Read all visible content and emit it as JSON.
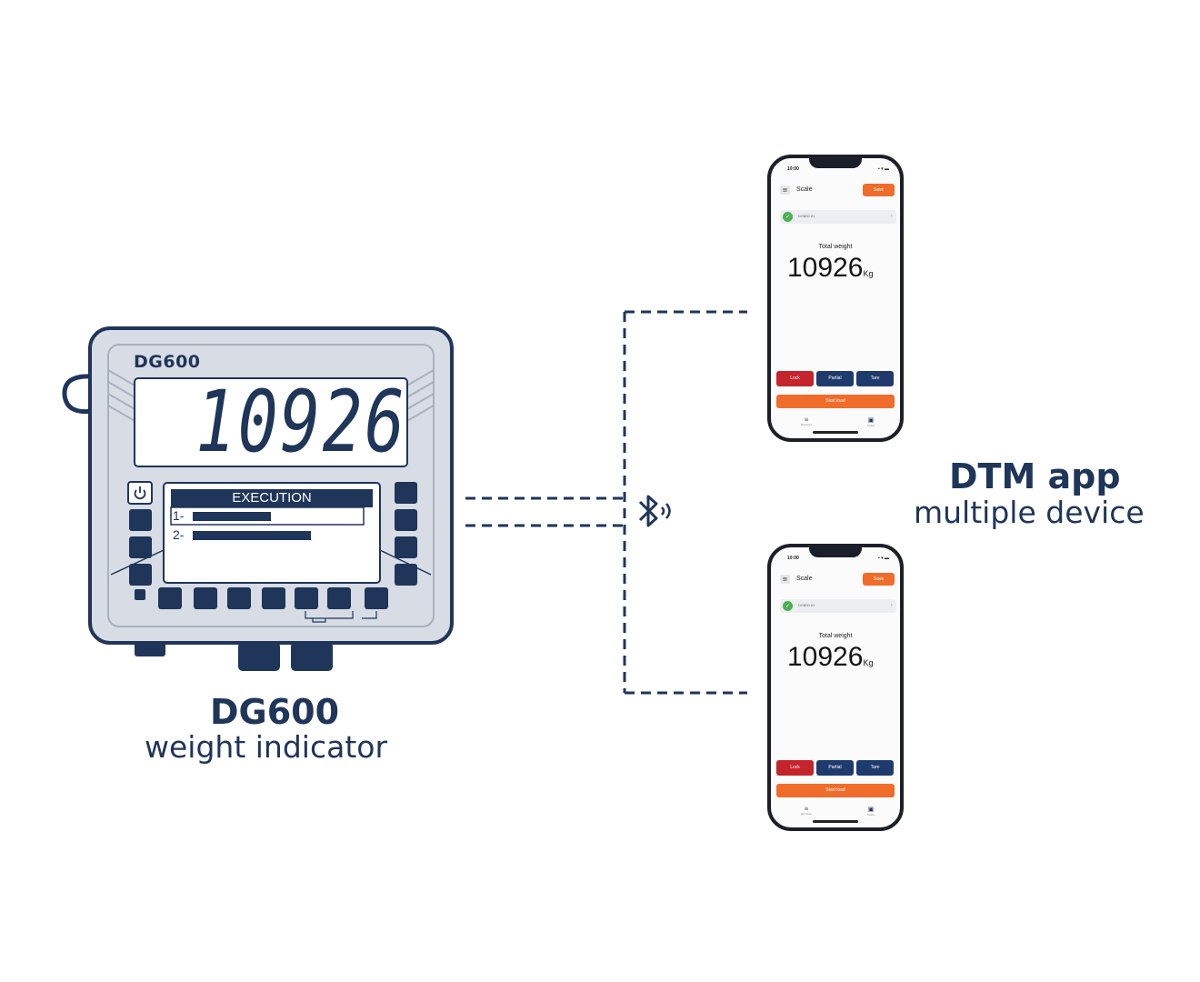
{
  "indicator": {
    "brand_label": "DG600",
    "display_value": "10926",
    "screen": {
      "header": "EXECUTION",
      "rows": [
        "1-",
        "2-"
      ]
    },
    "caption_title": "DG600",
    "caption_subtitle": "weight indicator"
  },
  "app": {
    "caption_title": "DTM app",
    "caption_subtitle": "multiple device"
  },
  "phones": [
    {
      "status_time": "10:00",
      "status_right": "▪ ▾ ▬",
      "title": "Scale",
      "save_label": "Save",
      "device_name": "DG600 #1",
      "total_label": "Total weight",
      "total_value": "10926",
      "total_unit": "Kg",
      "buttons": [
        "Lock",
        "Partial",
        "Tare"
      ],
      "start_label": "Start load",
      "tab_left": "Recipes",
      "tab_right": "Scale"
    },
    {
      "status_time": "10:00",
      "status_right": "▪ ▾ ▬",
      "title": "Scale",
      "save_label": "Save",
      "device_name": "DG600 #1",
      "total_label": "Total weight",
      "total_value": "10926",
      "total_unit": "Kg",
      "buttons": [
        "Lock",
        "Partial",
        "Tare"
      ],
      "start_label": "Start load",
      "tab_left": "Recipes",
      "tab_right": "Scale"
    }
  ],
  "icons": {
    "bluetooth": "bluetooth-icon",
    "power": "power-icon"
  },
  "colors": {
    "navy": "#1f3559",
    "device_body": "#d7dce5",
    "orange": "#ef6c2a",
    "red": "#c4242b",
    "app_blue": "#1f3b6e"
  }
}
